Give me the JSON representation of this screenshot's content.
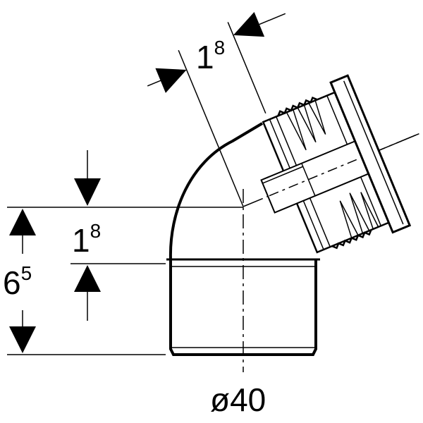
{
  "dimensions": {
    "offset_top": {
      "main": "1",
      "sup": "8"
    },
    "offset_left": {
      "main": "1",
      "sup": "8"
    },
    "height": {
      "main": "6",
      "sup": "5"
    },
    "diameter": "ø40"
  },
  "colors": {
    "line": "#000000",
    "background": "#ffffff"
  }
}
